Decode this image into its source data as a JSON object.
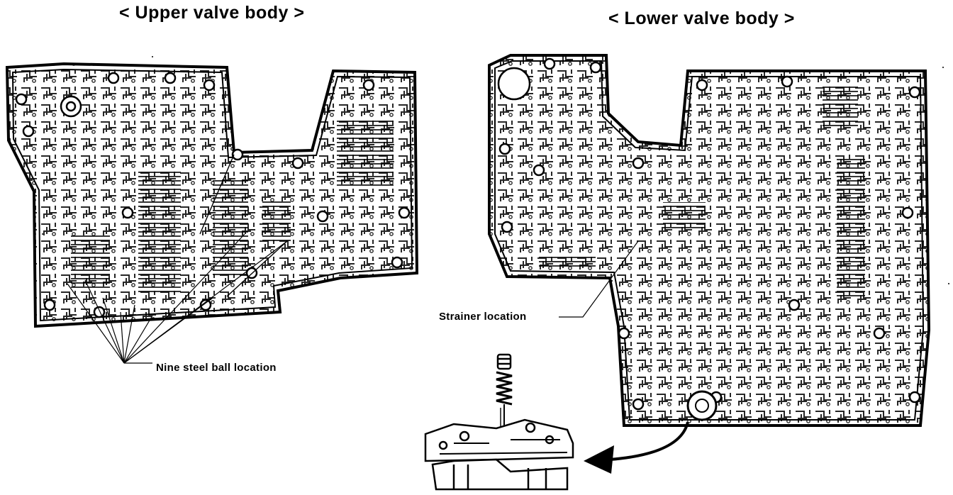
{
  "upper_body": {
    "title": "< Upper valve body >",
    "callout": "Nine steel ball location"
  },
  "lower_body": {
    "title": "< Lower valve body >",
    "callout": "Strainer location"
  },
  "colors": {
    "ink": "#000000",
    "paper": "#ffffff"
  }
}
